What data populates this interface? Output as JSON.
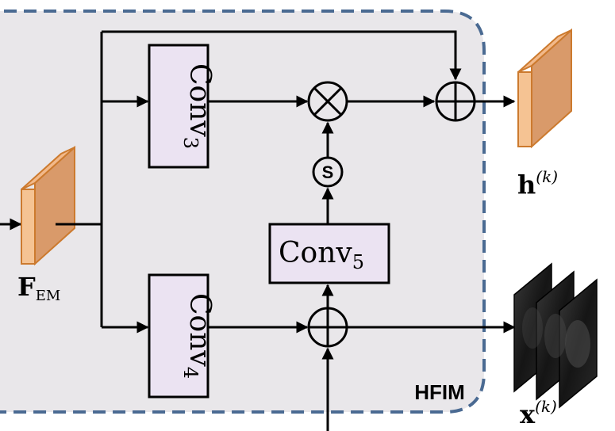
{
  "module": {
    "name": "HFIM",
    "fill": "#e9e7ea",
    "border": "#4a6a92"
  },
  "conv3": {
    "base": "Conv",
    "sub": "3"
  },
  "conv4": {
    "base": "Conv",
    "sub": "4"
  },
  "conv5": {
    "base": "Conv",
    "sub": "5"
  },
  "sigmoid": {
    "symbol": "S"
  },
  "input_feature": {
    "base": "F",
    "sub": "EM"
  },
  "output_h": {
    "base": "h",
    "sup": "(k)"
  },
  "output_x": {
    "base": "x",
    "sup": "(k)"
  },
  "colors": {
    "conv_fill": "#ebe3f2",
    "feature_front": "#f5c393",
    "feature_side": "#d99a6a",
    "feature_edge": "#cc7a2e"
  }
}
